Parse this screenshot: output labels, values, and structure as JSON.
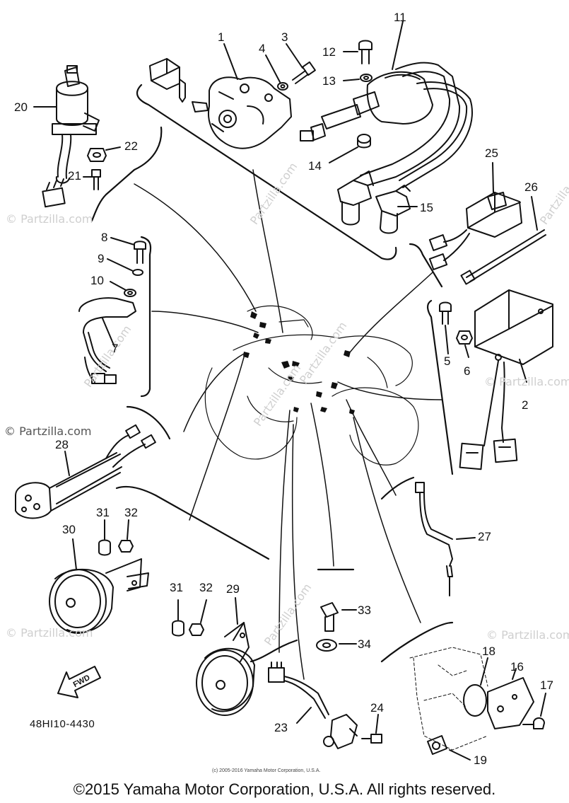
{
  "diagram": {
    "part_number": "48HI10-4430",
    "fwd_label": "FWD",
    "copyright_small": "(c) 2005-2016 Yamaha Motor Corporation, U.S.A.",
    "copyright_main": "©2015 Yamaha Motor Corporation, U.S.A. All rights reserved.",
    "watermark": "© Partzilla.com",
    "watermark_short": "Partzilla.com",
    "callouts": {
      "c1": "1",
      "c2": "2",
      "c3": "3",
      "c4": "4",
      "c5": "5",
      "c6": "6",
      "c7": "7",
      "c8": "8",
      "c9": "9",
      "c10": "10",
      "c11": "11",
      "c12": "12",
      "c13": "13",
      "c14": "14",
      "c15": "15",
      "c16": "16",
      "c17": "17",
      "c18": "18",
      "c19": "19",
      "c20": "20",
      "c21": "21",
      "c22": "22",
      "c23": "23",
      "c24": "24",
      "c25": "25",
      "c26": "26",
      "c27": "27",
      "c28": "28",
      "c29": "29",
      "c30": "30",
      "c31a": "31",
      "c32a": "32",
      "c31b": "31",
      "c32b": "32",
      "c33": "33",
      "c34": "34"
    }
  }
}
